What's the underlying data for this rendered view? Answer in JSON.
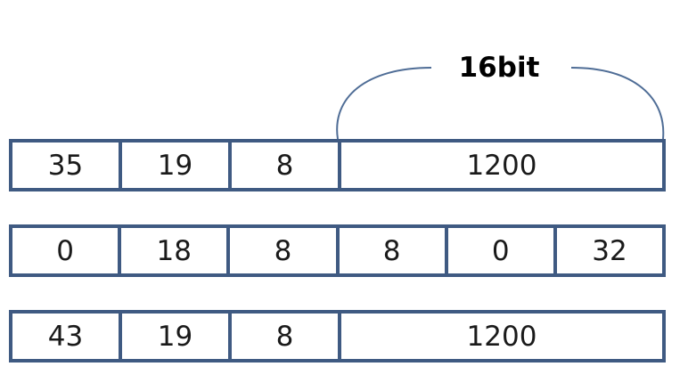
{
  "brace": {
    "label": "16bit",
    "color": "#4f6d96"
  },
  "rows": [
    {
      "cells": [
        "35",
        "19",
        "8",
        "1200"
      ]
    },
    {
      "cells": [
        "0",
        "18",
        "8",
        "8",
        "0",
        "32"
      ]
    },
    {
      "cells": [
        "43",
        "19",
        "8",
        "1200"
      ]
    }
  ],
  "colors": {
    "border": "#3f5a82",
    "text": "#1a1a1a"
  }
}
